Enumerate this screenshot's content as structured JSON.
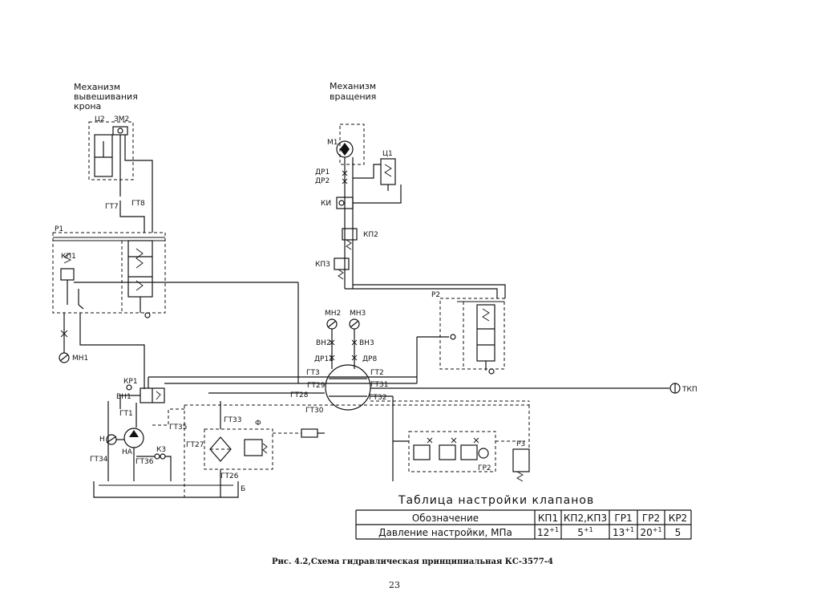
{
  "titles": {
    "boom_mech_1": "Механизм",
    "boom_mech_2": "вывешивания",
    "boom_mech_3": "крона",
    "rot_mech_1": "Механизм",
    "rot_mech_2": "вращения"
  },
  "labels": {
    "c2": "Ц2",
    "zm2": "ЗМ2",
    "gt7": "ГТ7",
    "gt8": "ГТ8",
    "r1": "Р1",
    "kp1": "КП1",
    "mn1": "МН1",
    "kr1": "КР1",
    "vn1": "ВН1",
    "gt1": "ГТ1",
    "gt35": "ГТ35",
    "n": "Н",
    "na": "НА",
    "k3": "К3",
    "gt36": "ГТ36",
    "gt34": "ГТ34",
    "gt27": "ГТ27",
    "gt33": "ГТ33",
    "f": "Ф",
    "gt26": "ГТ26",
    "b": "Б",
    "m1": "М1",
    "c1": "Ц1",
    "dr1": "ДР1",
    "dr2": "ДР2",
    "ki": "КИ",
    "kp2": "КП2",
    "kp3": "КП3",
    "r2": "Р2",
    "mn2": "МН2",
    "mn3": "МН3",
    "vn2": "ВН2",
    "vn3": "ВН3",
    "dr11": "ДР11",
    "dr8": "ДР8",
    "gt3": "ГТ3",
    "gt2": "ГТ2",
    "gt29": "ГТ29",
    "gt31": "ГТ31",
    "gt28": "ГТ28",
    "gt32": "ГТ32",
    "gt30": "ГТ30",
    "tkp": "ТКП",
    "gr2": "ГР2",
    "r3": "Р3"
  },
  "table": {
    "title": "Таблица настройки клапанов",
    "header": [
      "Обозначение",
      "КП1",
      "КП2,КП3",
      "ГР1",
      "ГР2",
      "КР2"
    ],
    "row_label": "Давление настройки, МПа",
    "values": [
      {
        "base": "12",
        "sup": "+1"
      },
      {
        "base": "5",
        "sup": "+1"
      },
      {
        "base": "13",
        "sup": "+1"
      },
      {
        "base": "20",
        "sup": "+1"
      },
      {
        "base": "5",
        "sup": ""
      }
    ]
  },
  "caption": "Рис. 4.2,Схема гидравлическая принципиальная КС-3577-4",
  "page_number": "23"
}
